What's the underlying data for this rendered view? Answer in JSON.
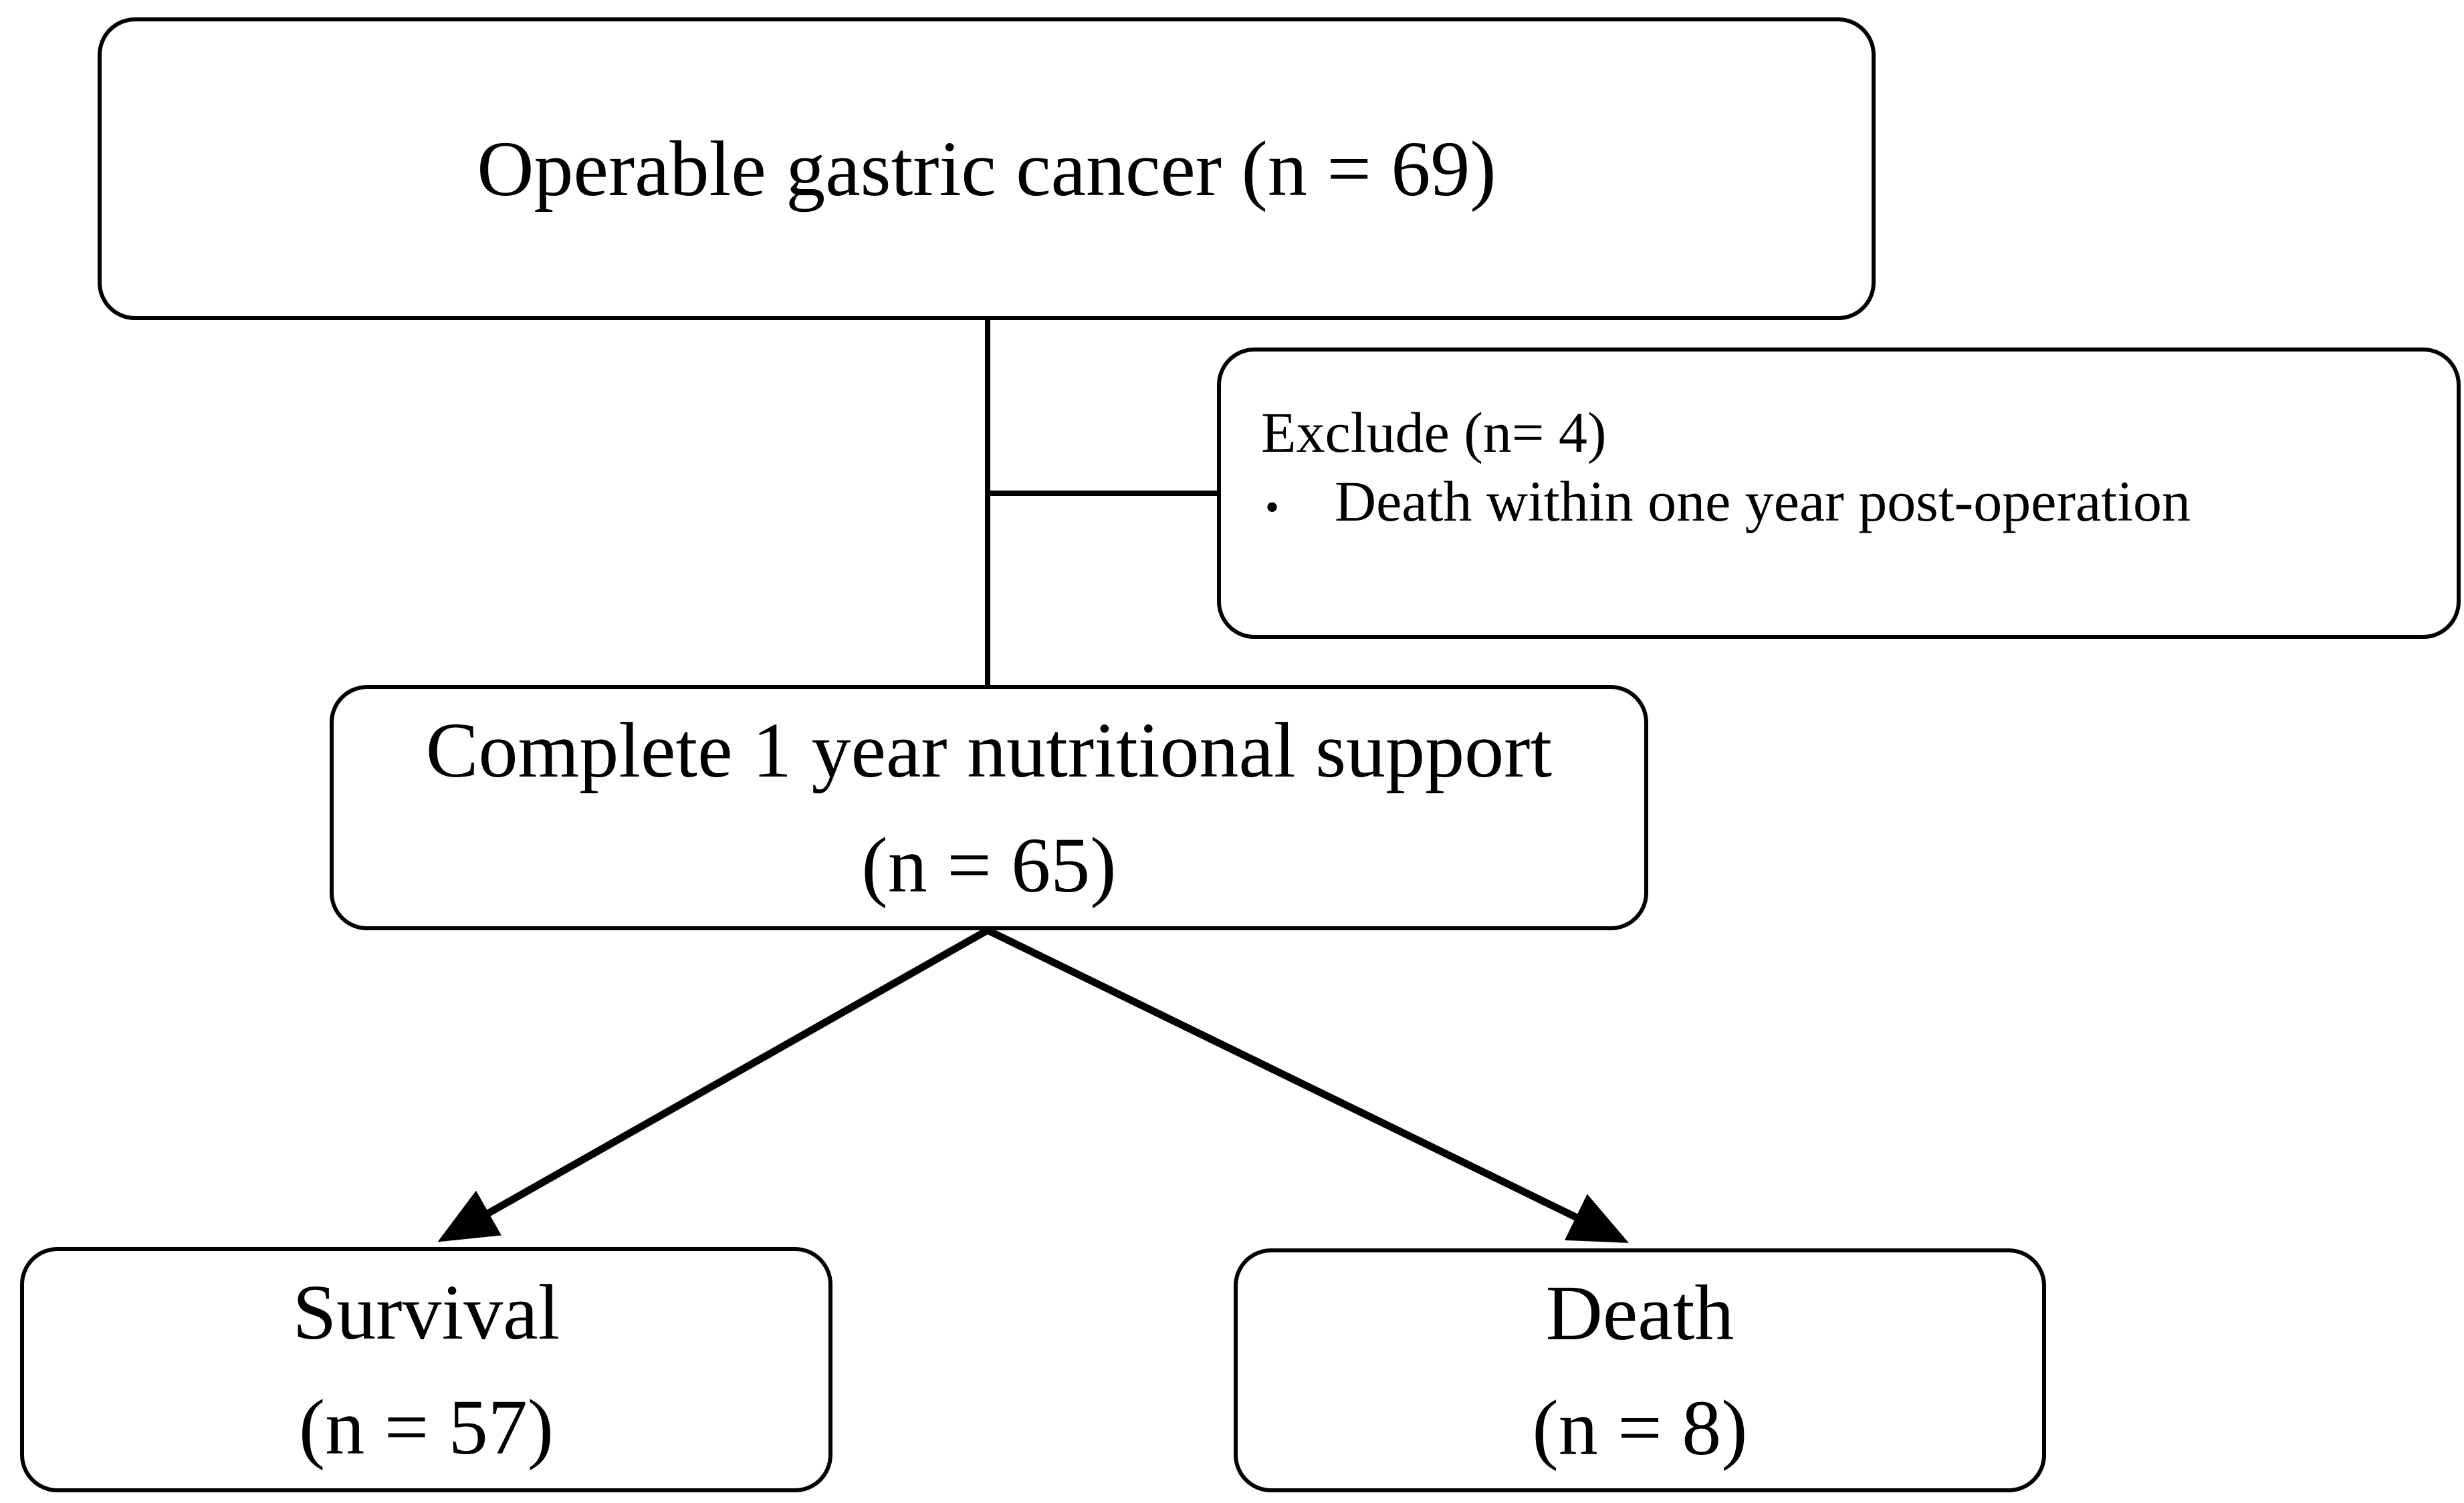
{
  "nodes": {
    "operable": {
      "label": "Operable gastric cancer (n = 69)"
    },
    "exclude": {
      "title": "Exclude (n= 4)",
      "bullet": "•",
      "items": [
        "Death within one year post-operation"
      ]
    },
    "complete": {
      "label": "Complete 1 year nutritional support",
      "count": "(n = 65)"
    },
    "survival": {
      "label": "Survival",
      "count": "(n = 57)"
    },
    "death": {
      "label": "Death",
      "count": "(n = 8)"
    }
  },
  "edges": [
    {
      "from": "operable",
      "to": "complete",
      "type": "line"
    },
    {
      "from": "operable-complete-line",
      "to": "exclude",
      "type": "line"
    },
    {
      "from": "complete",
      "to": "survival",
      "type": "arrow"
    },
    {
      "from": "complete",
      "to": "death",
      "type": "arrow"
    }
  ],
  "colors": {
    "stroke": "#000000",
    "background": "#ffffff"
  }
}
